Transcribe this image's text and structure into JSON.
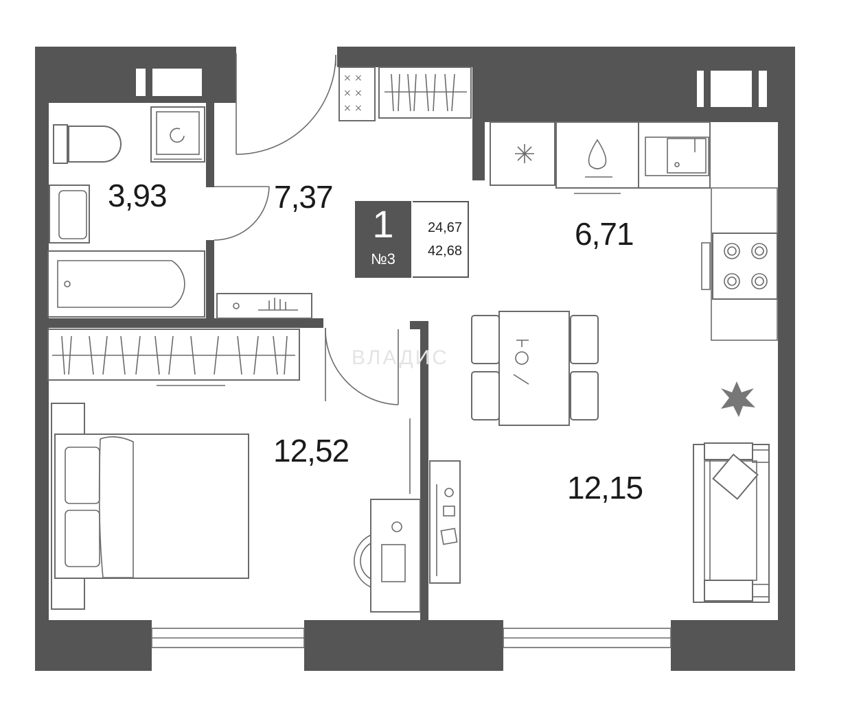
{
  "unit": {
    "rooms": "1",
    "number": "№3",
    "living_area": "24,67",
    "total_area": "42,68"
  },
  "room_areas": {
    "bathroom": "3,93",
    "hallway": "7,37",
    "kitchen": "6,71",
    "bedroom": "12,52",
    "living_room": "12,15"
  },
  "watermark": "ВЛАДИС",
  "icons": [
    "toilet-icon",
    "washing-machine-icon",
    "sink-icon",
    "bathtub-icon",
    "wardrobe-icon",
    "fridge-icon",
    "dishwasher-icon",
    "kitchen-sink-icon",
    "stove-icon",
    "dining-table-icon",
    "plant-icon",
    "sofa-icon",
    "bed-icon",
    "desk-icon",
    "chair-icon",
    "tv-stand-icon"
  ],
  "colors": {
    "wall": "#555555",
    "line": "#6a6a6a",
    "background": "#ffffff"
  }
}
